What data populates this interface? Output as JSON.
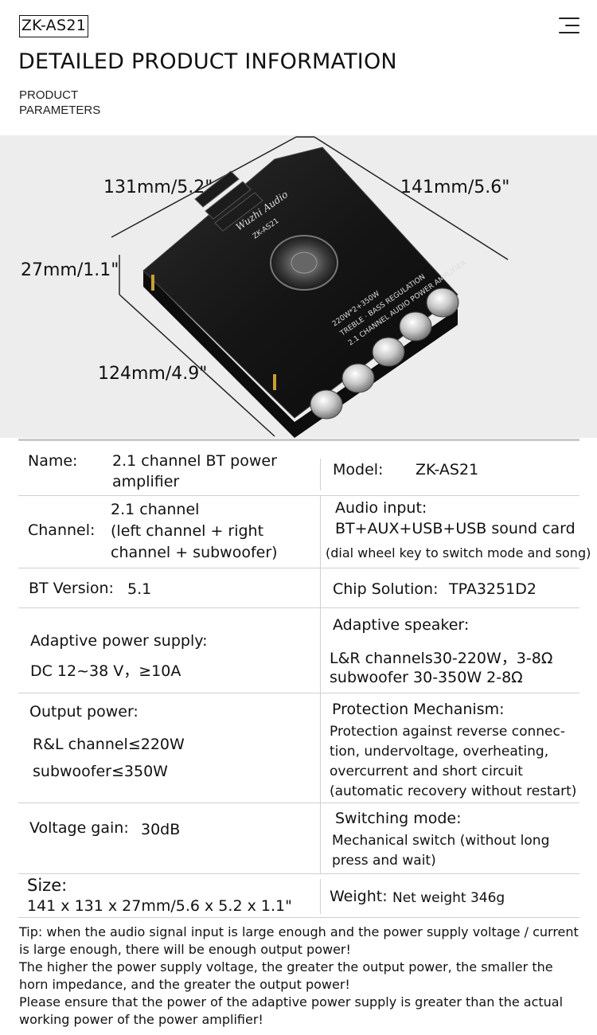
{
  "header": {
    "brand": "ZK-AS21",
    "menu_icon": "hamburger-menu-icon",
    "title": "DETAILED PRODUCT INFORMATION",
    "subtitle_line1": "PRODUCT",
    "subtitle_line2": "PARAMETERS"
  },
  "photo": {
    "dim_top_left": "131mm/5.2\"",
    "dim_top_right": "141mm/5.6\"",
    "dim_height": "27mm/1.1\"",
    "dim_bottom": "124mm/4.9\"",
    "board_brand": "Wuzhi Audio",
    "board_model": "ZK-AS21",
    "board_line1": "220W*2+350W",
    "board_line2": "TREBLE · BASS REGULATION",
    "board_line3": "2.1 CHANNEL AUDIO POWER AMPLIFIER"
  },
  "specs": {
    "name_label": "Name:",
    "name_value_l1": "2.1 channel BT power",
    "name_value_l2": "amplifier",
    "model_label": "Model:",
    "model_value": "ZK-AS21",
    "channel_label": "Channel:",
    "channel_value_l1": "2.1 channel",
    "channel_value_l2": "(left channel + right",
    "channel_value_l3": "channel + subwoofer)",
    "audio_input_label": "Audio input:",
    "audio_input_value": "BT+AUX+USB+USB sound card",
    "audio_input_note": "(dial wheel key to switch mode and song)",
    "bt_label": "BT Version:",
    "bt_value": "5.1",
    "chip_label": "Chip Solution:",
    "chip_value": "TPA3251D2",
    "power_supply_label": "Adaptive power supply:",
    "power_supply_value": "DC 12~38 V，≥10A",
    "speaker_label": "Adaptive speaker:",
    "speaker_value_l1": "L&R channels30-220W，3-8Ω",
    "speaker_value_l2": "subwoofer 30-350W 2-8Ω",
    "output_label": "Output power:",
    "output_value_l1": "R&L channel≤220W",
    "output_value_l2": "subwoofer≤350W",
    "protection_label": "Protection Mechanism:",
    "protection_l1": "Protection against reverse connec-",
    "protection_l2": "tion, undervoltage, overheating,",
    "protection_l3": "overcurrent and short circuit",
    "protection_l4": "(automatic recovery without restart)",
    "gain_label": "Voltage gain:",
    "gain_value": "30dB",
    "switch_label": "Switching mode:",
    "switch_value_l1": "Mechanical switch (without long",
    "switch_value_l2": "press and wait)",
    "size_label": "Size:",
    "size_value": "141 x 131 x 27mm/5.6 x 5.2 x 1.1\"",
    "weight_label": "Weight:",
    "weight_value": "Net weight 346g"
  },
  "tip": {
    "p1": "Tip: when the audio signal input is large enough and the power supply voltage / current is large enough, there will be enough output power!",
    "p2": "The higher the power supply voltage, the greater the output power, the smaller the horn impedance, and the greater the output power!",
    "p3": "Please ensure that the power of the adaptive power supply is greater than the actual working power of the power amplifier!"
  }
}
